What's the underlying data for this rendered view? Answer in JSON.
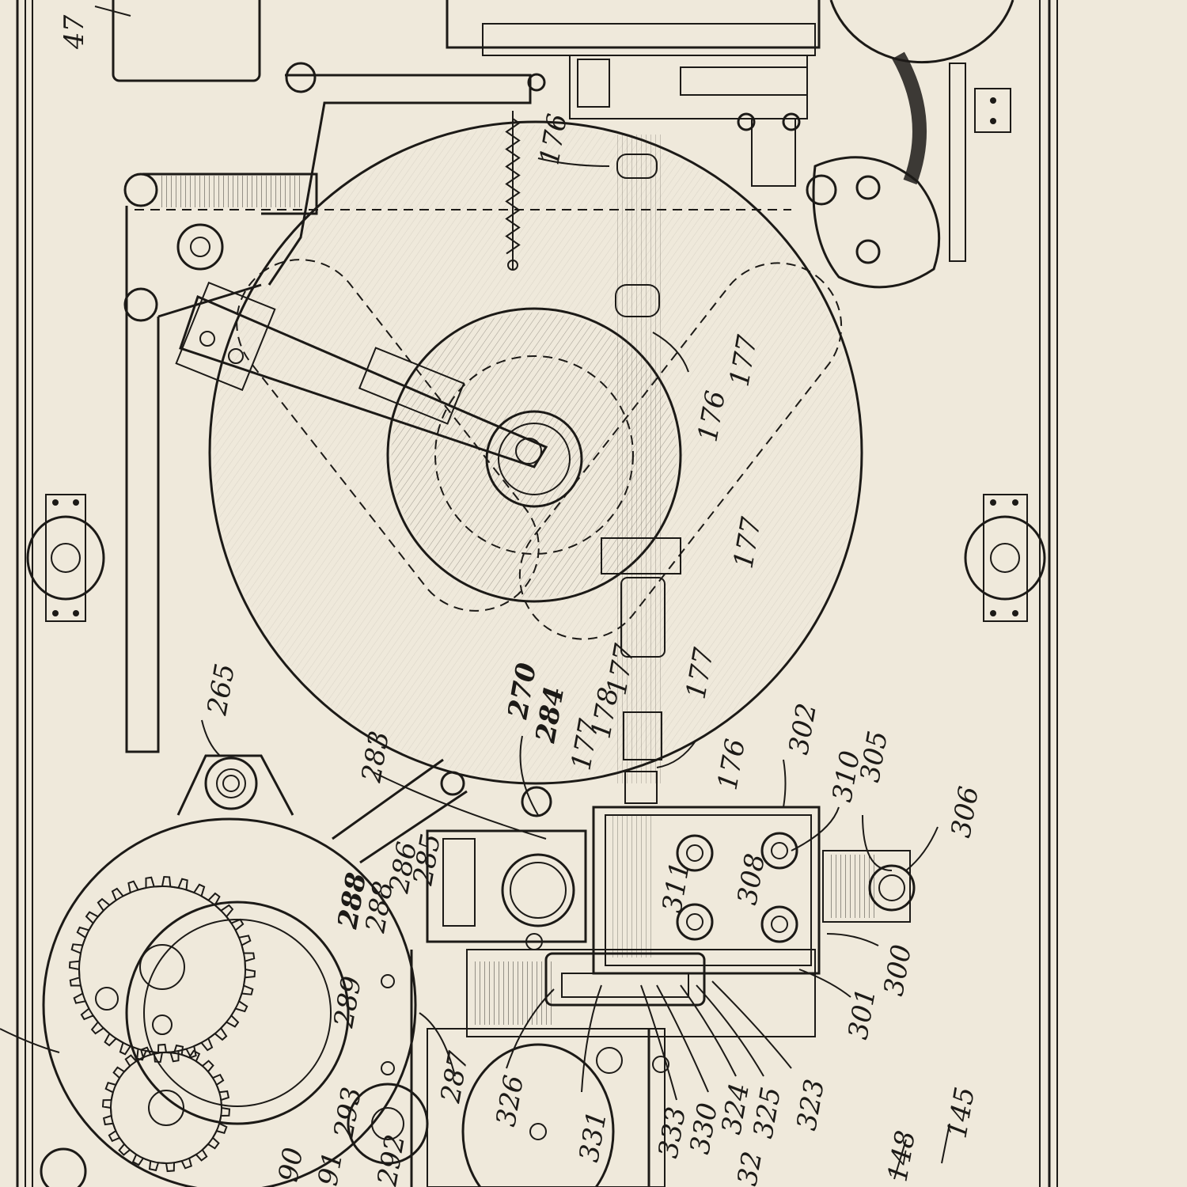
{
  "figure": {
    "colors": {
      "paper": "#efe9db",
      "ink": "#1c1a17"
    },
    "reference_numerals": [
      "47",
      "176",
      "177",
      "176",
      "177",
      "176",
      "177",
      "177",
      "178",
      "177",
      "176",
      "265",
      "270",
      "284",
      "283",
      "285",
      "286",
      "288",
      "288",
      "289",
      "287",
      "293",
      "292",
      "91",
      "90",
      "302",
      "310",
      "305",
      "306",
      "308",
      "311",
      "300",
      "301",
      "323",
      "325",
      "324",
      "330",
      "333",
      "331",
      "326",
      "32",
      "148",
      "145"
    ]
  }
}
